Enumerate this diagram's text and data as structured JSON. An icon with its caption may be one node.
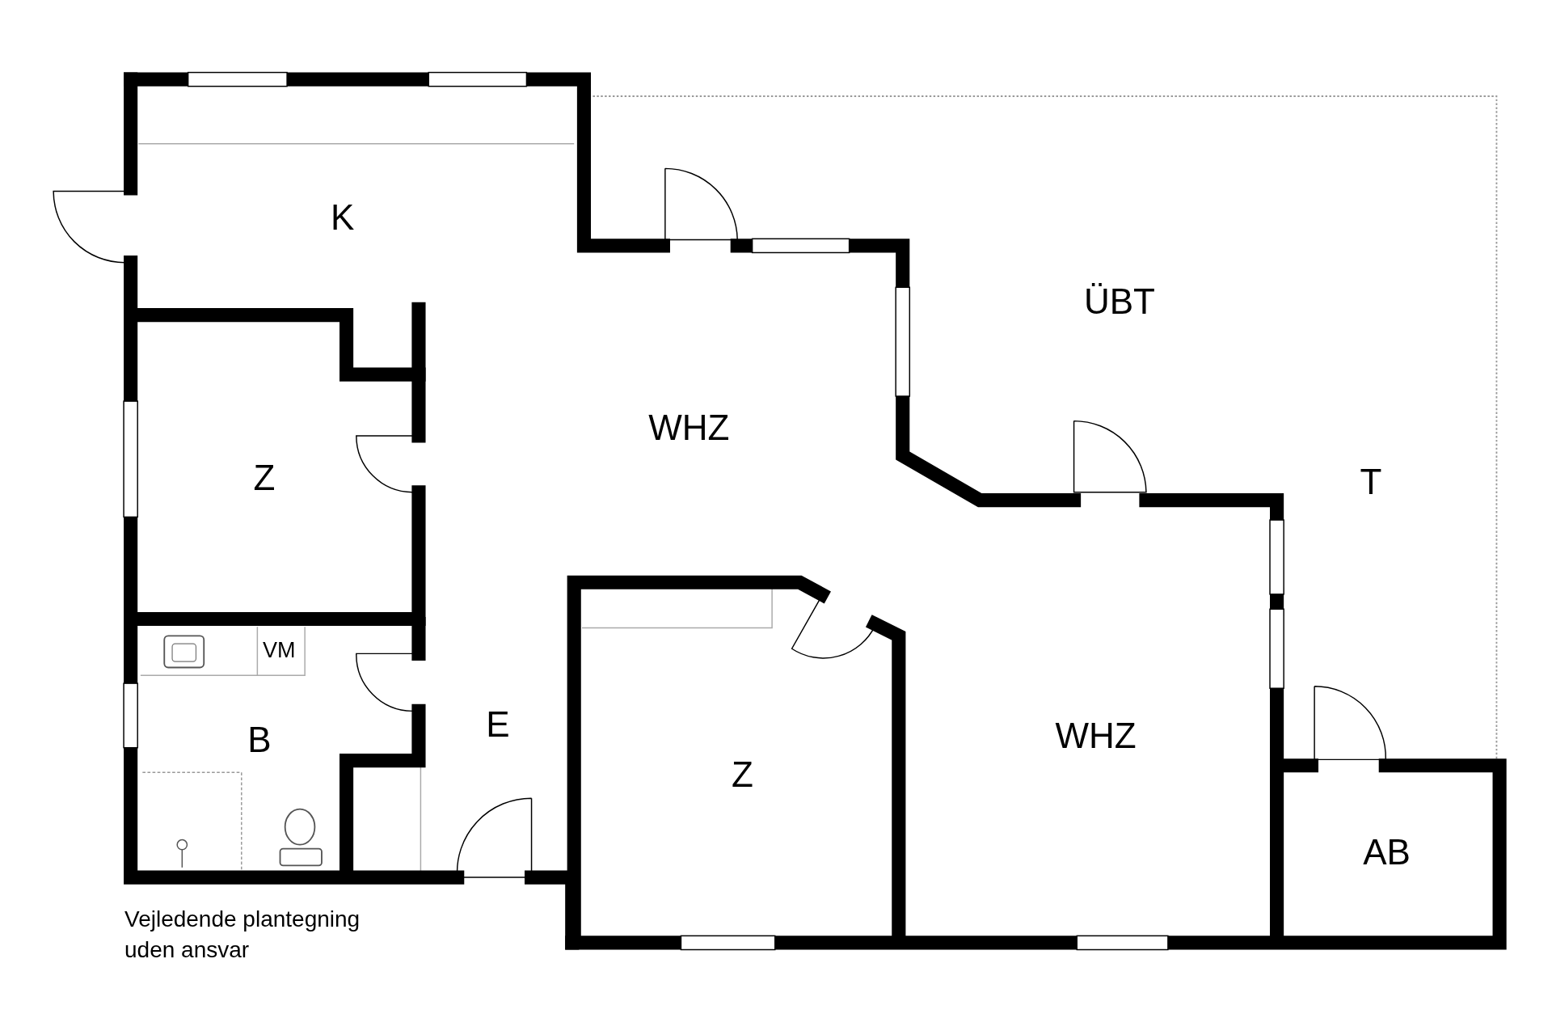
{
  "diagram": {
    "caption": "Vejledende plantegning uden ansvar",
    "labels": [
      "K",
      "ÜBT",
      "WHZ",
      "Z",
      "T",
      "VM",
      "B",
      "E",
      "Z",
      "WHZ",
      "AB"
    ]
  }
}
